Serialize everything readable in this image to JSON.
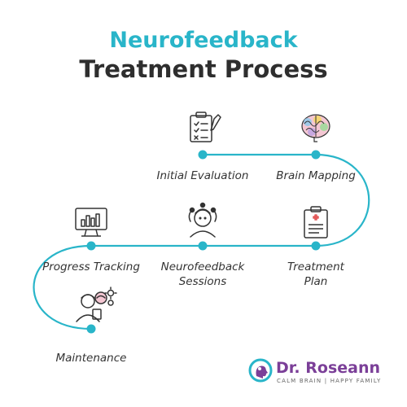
{
  "title": {
    "line1": "Neurofeedback",
    "line2": "Treatment Process"
  },
  "colors": {
    "accent": "#29b5c9",
    "dark_text": "#2e2e2e",
    "icon_stroke": "#333333",
    "brand_purple": "#7b3f98"
  },
  "steps": [
    {
      "label": "Initial Evaluation",
      "icon": "clipboard-checklist-icon"
    },
    {
      "label": "Brain Mapping",
      "icon": "brain-icon"
    },
    {
      "label": "Treatment Plan",
      "icon": "medical-clipboard-icon"
    },
    {
      "label": "Neurofeedback Sessions",
      "icon": "person-with-sensors-icon"
    },
    {
      "label": "Progress Tracking",
      "icon": "monitor-chart-icon"
    },
    {
      "label": "Maintenance",
      "icon": "doctor-brain-gears-icon"
    }
  ],
  "logo": {
    "name": "Dr. Roseann",
    "tagline": "CALM BRAIN | HAPPY FAMILY",
    "icon": "head-profile-logo-icon"
  }
}
